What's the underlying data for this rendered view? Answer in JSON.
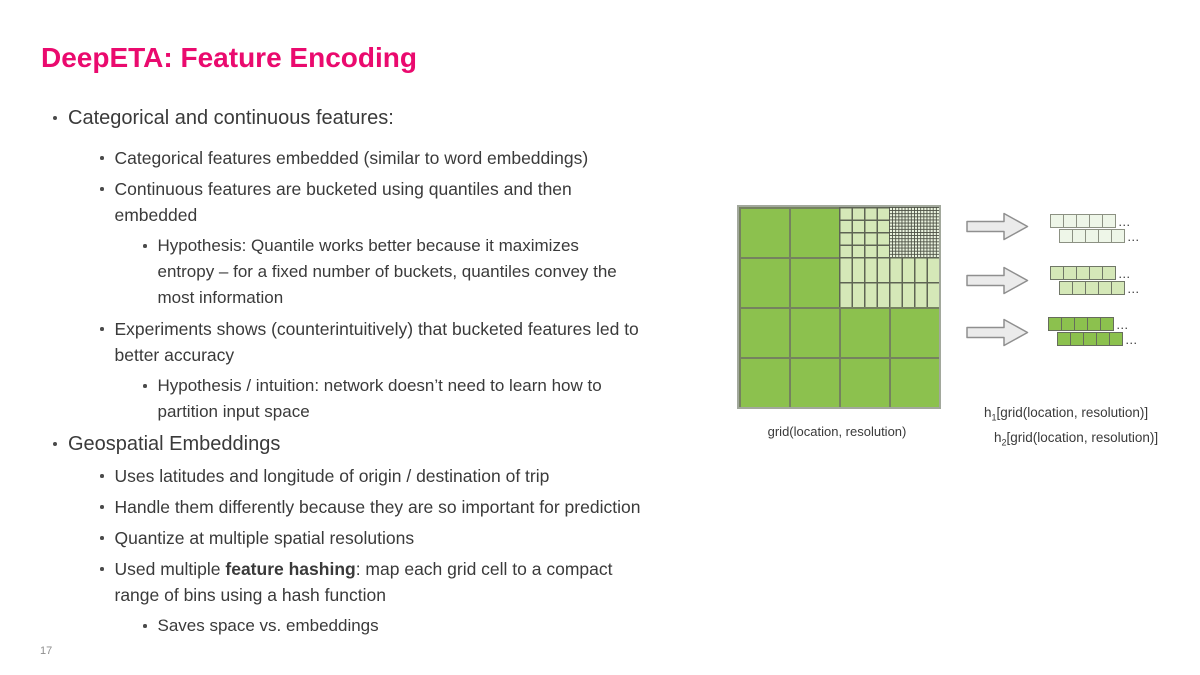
{
  "slide": {
    "title": "DeepETA: Feature Encoding",
    "page_number": "17"
  },
  "colors": {
    "title_pink": "#EA0A6E",
    "body_text": "#3A3A3A",
    "green_medium": "#8CC14E",
    "green_light": "#D5E8B8",
    "green_pale": "#EEF6E8",
    "grid_line": "#75825F",
    "fine_grid_line": "#4D5145",
    "arrow_fill": "#EBEBEB",
    "arrow_stroke": "#8F8F8F"
  },
  "bullets": [
    {
      "level": 1,
      "text": "Categorical and continuous features:"
    },
    {
      "level": 2,
      "text": "Categorical features embedded (similar to word embeddings)"
    },
    {
      "level": 2,
      "text": "Continuous features are bucketed using quantiles and then\nembedded"
    },
    {
      "level": 3,
      "text": "Hypothesis: Quantile works better because it maximizes\nentropy – for a fixed number of buckets, quantiles convey the\nmost information"
    },
    {
      "level": 2,
      "text": "Experiments shows (counterintuitively) that bucketed features led to\nbetter accuracy"
    },
    {
      "level": 3,
      "text": "Hypothesis / intuition: network doesn’t need to learn how to\npartition input space"
    },
    {
      "level": 1,
      "text": "Geospatial Embeddings"
    },
    {
      "level": 2,
      "text": "Uses latitudes and longitude of origin / destination of trip"
    },
    {
      "level": 2,
      "text": "Handle them differently because they are so important for prediction"
    },
    {
      "level": 2,
      "text": "Quantize at multiple spatial resolutions"
    },
    {
      "level": 2,
      "pre": "Used multiple ",
      "bold": "feature hashing",
      "post": ": map each grid cell to a compact\nrange of bins using a hash function"
    },
    {
      "level": 3,
      "text": "Saves space vs. embeddings"
    }
  ],
  "diagram": {
    "grid_label": "grid(location, resolution)",
    "hash_labels": [
      {
        "base": "h",
        "sub": "1",
        "rest": "[grid(location, resolution)]"
      },
      {
        "base": "h",
        "sub": "2",
        "rest": "[grid(location, resolution)]"
      }
    ],
    "ellipsis": "..."
  }
}
